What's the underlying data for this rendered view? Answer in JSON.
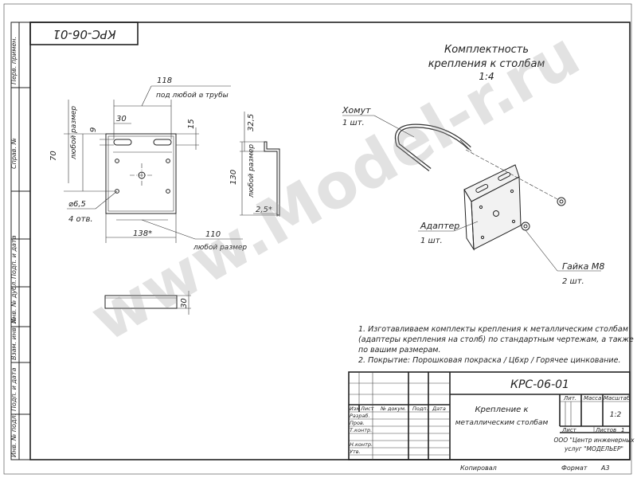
{
  "stamp_top": "КРС-06-01",
  "title": {
    "line1": "Комплектность",
    "line2": "крепления к столбам",
    "scale": "1:4"
  },
  "dims": {
    "d118": "118",
    "pipe": "под любой ⌀ трубы",
    "d30": "30",
    "d9": "9",
    "d15": "15",
    "d70": "70",
    "any1": "любой размер",
    "d65": "⌀6,5",
    "holes": "4 отв.",
    "d138": "138*",
    "d110": "110",
    "any2": "любой размер",
    "d325": "32,5",
    "d130": "130",
    "any3": "любой размер",
    "d25": "2,5*",
    "d30b": "30"
  },
  "callouts": {
    "clamp_name": "Хомут",
    "clamp_qty": "1 шт.",
    "adapter_name": "Адаптер",
    "adapter_qty": "1 шт.",
    "nut_name": "Гайка М8",
    "nut_qty": "2 шт."
  },
  "notes": {
    "n1a": "1. Изготавливаем комплекты крепления к металлическим столбам",
    "n1b": "(адаптеры крепления на столб) по стандартным чертежам, а также",
    "n1c": "по вашим размерам.",
    "n2": "2. Покрытие: Порошковая покраска / Ц6хр / Горячее цинкование."
  },
  "side_labels": [
    "Перв. примен.",
    "Справ. №",
    "Подп. и дата",
    "Инв. № дубл.",
    "Взам. инв. №",
    "Подп. и дата",
    "Инв. № подл."
  ],
  "title_block": {
    "doc_code": "КРС-06-01",
    "name_l1": "Крепление к",
    "name_l2": "металлическим столбам",
    "h_izm": "Изм",
    "h_list": "Лист",
    "h_docnum": "№ докум.",
    "h_podp": "Подп.",
    "h_data": "Дата",
    "razrab": "Разраб.",
    "prov": "Пров.",
    "tkontr": "Т.контр.",
    "nkontr": "Н.контр.",
    "utv": "Утв.",
    "lit": "Лит.",
    "massa": "Масса",
    "masshtab": "Масштаб",
    "scale_val": "1:2",
    "list": "Лист",
    "listov": "Листов",
    "listov_val": "1",
    "org1": "ООО \"Центр инженерных",
    "org2": "услуг \"МОДЕЛЬЕР\"",
    "kopiroval": "Копировал",
    "format": "Формат",
    "format_val": "А3"
  },
  "watermark": "www.Model-r.ru"
}
